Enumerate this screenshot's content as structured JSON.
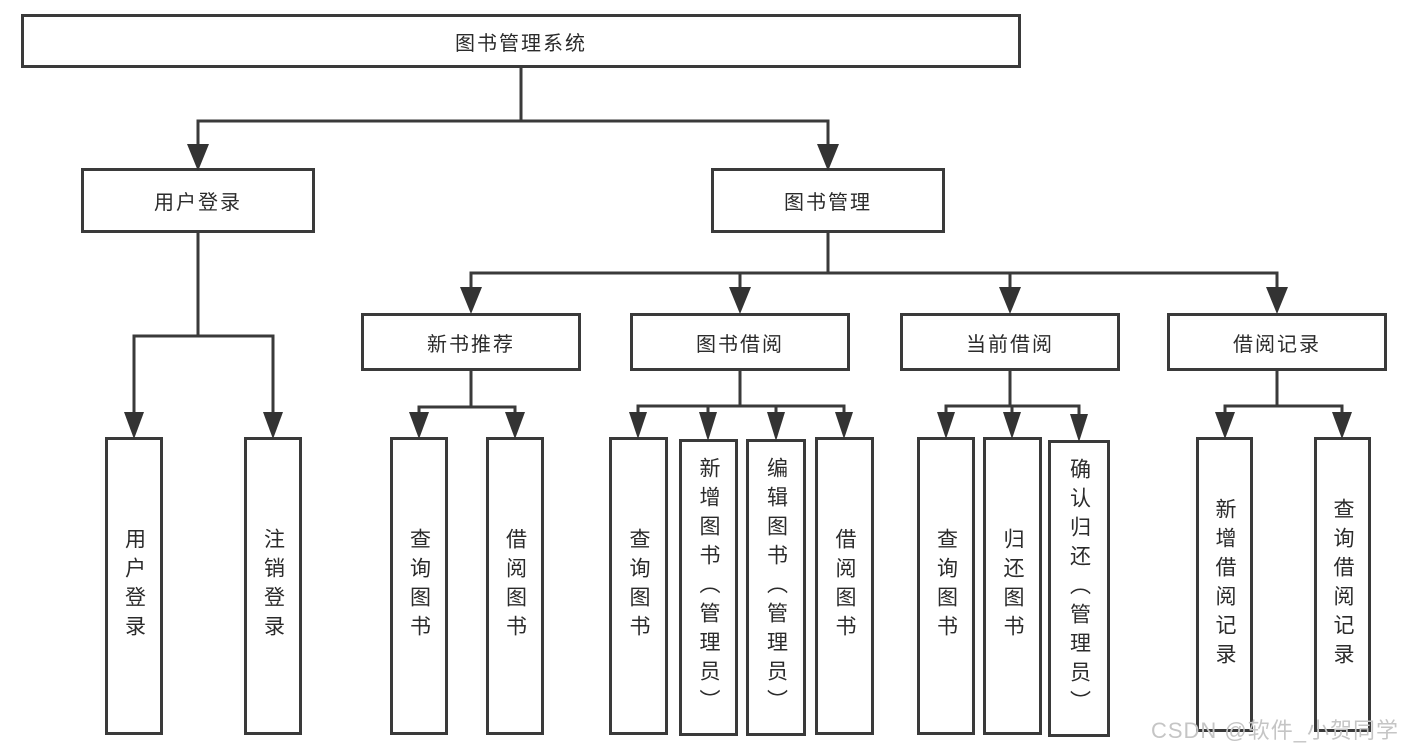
{
  "diagram": {
    "title": "图书管理系统",
    "level2": {
      "login": "用户登录",
      "manage": "图书管理"
    },
    "level3": {
      "recommend": "新书推荐",
      "borrow": "图书借阅",
      "current": "当前借阅",
      "records": "借阅记录"
    },
    "leaves": {
      "login": [
        "用户登录",
        "注销登录"
      ],
      "recommend": [
        "查询图书",
        "借阅图书"
      ],
      "borrow": [
        "查询图书",
        "新增图书（管理员）",
        "编辑图书（管理员）",
        "借阅图书"
      ],
      "current": [
        "查询图书",
        "归还图书",
        "确认归还（管理员）"
      ],
      "records": [
        "新增借阅记录",
        "查询借阅记录"
      ]
    },
    "watermark": "CSDN @软件_小贺同学",
    "colors": {
      "line": "#3a3a3a",
      "text": "#2b2b2b",
      "watermark": "#c5c5c5",
      "background": "#ffffff"
    }
  }
}
